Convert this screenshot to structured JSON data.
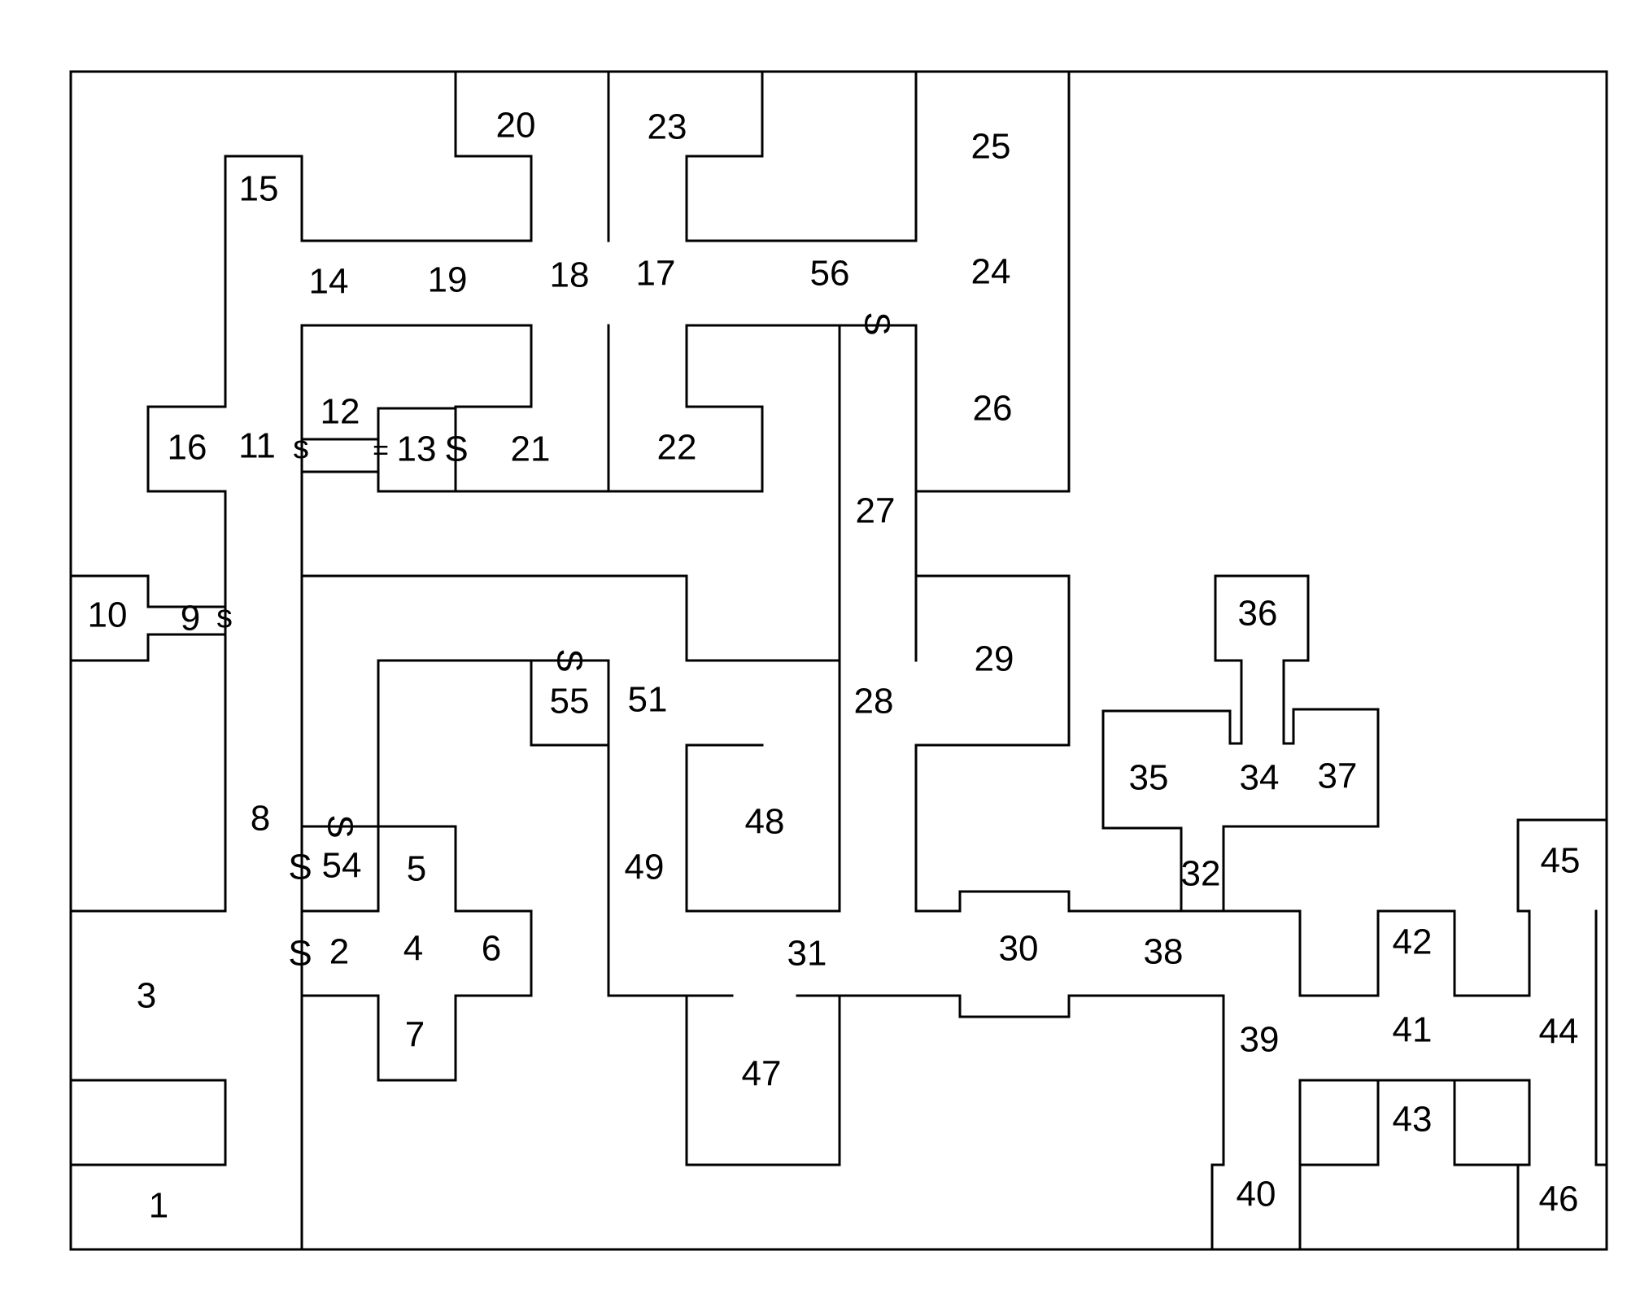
{
  "map": {
    "colors": {
      "background": "#ffffff",
      "ink": "#000000"
    },
    "rooms": [
      "1",
      "2",
      "3",
      "4",
      "5",
      "6",
      "7",
      "8",
      "9",
      "10",
      "11",
      "12",
      "13",
      "14",
      "15",
      "16",
      "17",
      "18",
      "19",
      "20",
      "21",
      "22",
      "23",
      "24",
      "25",
      "26",
      "27",
      "28",
      "29",
      "30",
      "31",
      "32",
      "34",
      "35",
      "36",
      "37",
      "38",
      "39",
      "40",
      "41",
      "42",
      "43",
      "44",
      "45",
      "46",
      "47",
      "48",
      "49",
      "51",
      "54",
      "55",
      "56"
    ],
    "door_symbols": {
      "secret_door": "S",
      "small_secret_door": "s",
      "rotated_secret_door": "S",
      "bars": "="
    }
  }
}
